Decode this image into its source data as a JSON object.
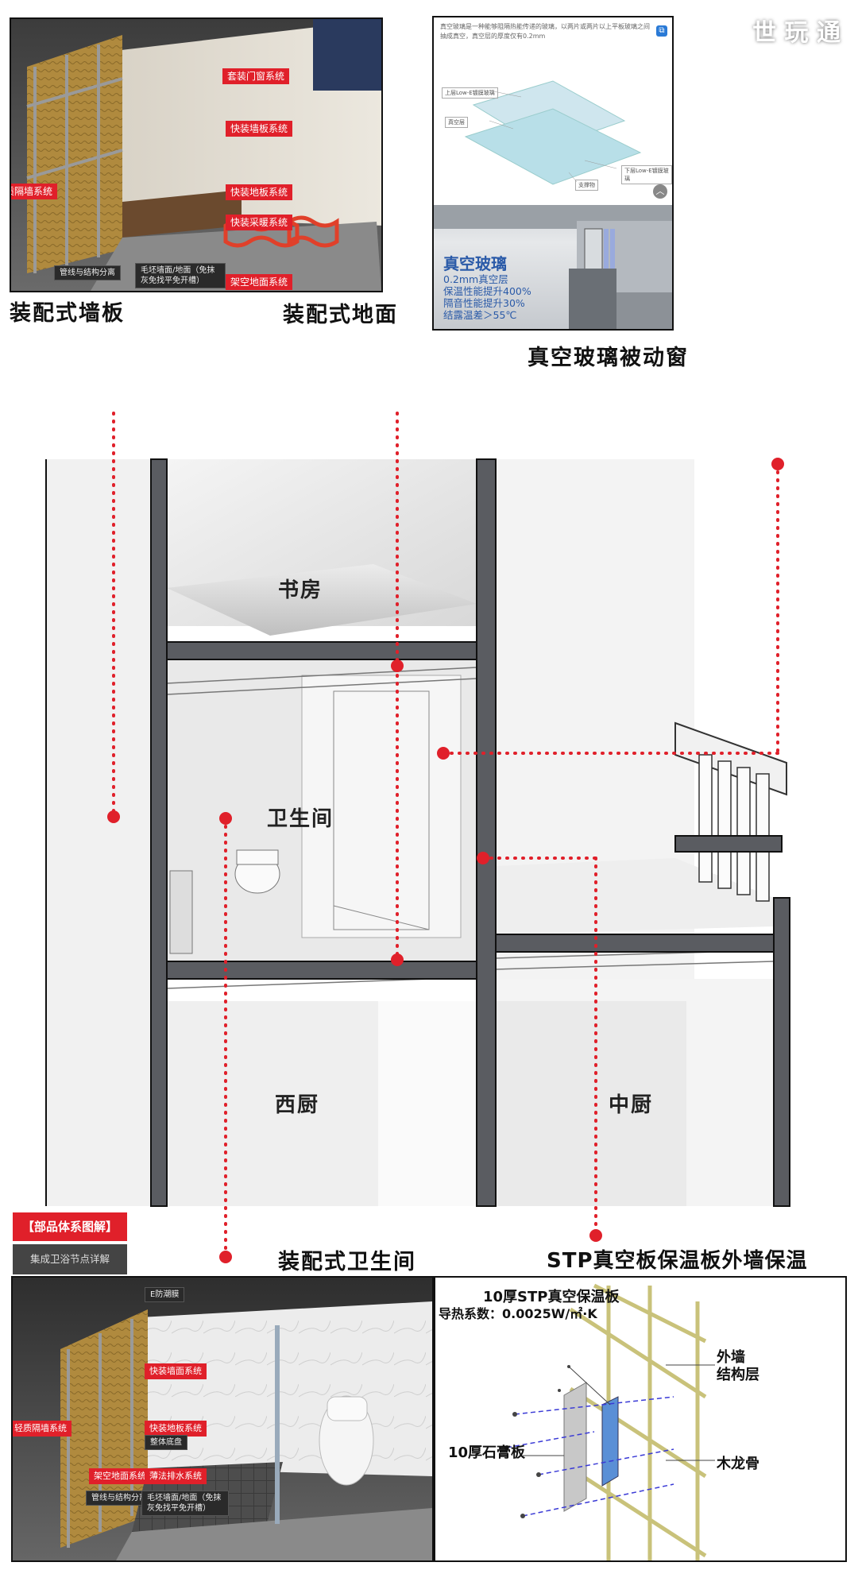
{
  "watermark": "世 玩 通",
  "headings": {
    "wall_panel": "装配式墙板",
    "floor": "装配式地面",
    "window": "真空玻璃被动窗",
    "bathroom": "装配式卫生间",
    "stp": "STP真空板保温板外墙保温"
  },
  "rooms": {
    "study": "书房",
    "bathroom": "卫生间",
    "west_kitchen": "西厨",
    "chinese_kitchen": "中厨"
  },
  "wall_panel_photo": {
    "red_tags": [
      "套装门窗系统",
      "快装墙板系统",
      "质隔墙系统",
      "快装地板系统",
      "快装采暖系统",
      "架空地面系统"
    ],
    "dark_tags": [
      "管线与结构分离",
      "毛坯墙面/地面（免抹灰免找平免开槽）"
    ]
  },
  "glass_panel": {
    "paragraph": "真空玻璃是一种能够阻隔热能传递的玻璃，以两片或两片以上平板玻璃之间抽成真空，真空层的厚度仅有0.2mm",
    "layer_labels": [
      "上层Low-E镀膜玻璃",
      "真空层",
      "下层Low-E镀膜玻璃",
      "支撑物"
    ],
    "title": "真空玻璃",
    "specs": [
      "0.2mm真空层",
      "保温性能提升400%",
      "隔音性能提升30%",
      "结露温差＞55℃"
    ]
  },
  "system_label": {
    "title": "【部品体系图解】",
    "subtitle": "集成卫浴节点详解"
  },
  "bathroom_photo": {
    "red_tags": [
      "快装墙面系统",
      "轻质隔墙系统",
      "快装地板系统",
      "架空地面系统",
      "薄法排水系统"
    ],
    "dark_tags": [
      "E防潮膜",
      "整体底盘",
      "管线与结构分离",
      "毛坯墙面/地面（免抹灰免找平免开槽）"
    ]
  },
  "stp": {
    "title_line1": "10厚STP真空保温板",
    "title_line2": "导热系数：0.0025W/㎡·K",
    "gypsum": "10厚石膏板",
    "wall": "外墙\n结构层",
    "keel": "木龙骨"
  },
  "colors": {
    "accent_red": "#e0202a",
    "wall_gray": "#5a5c61",
    "glass_blue": "#5a8fd6"
  }
}
